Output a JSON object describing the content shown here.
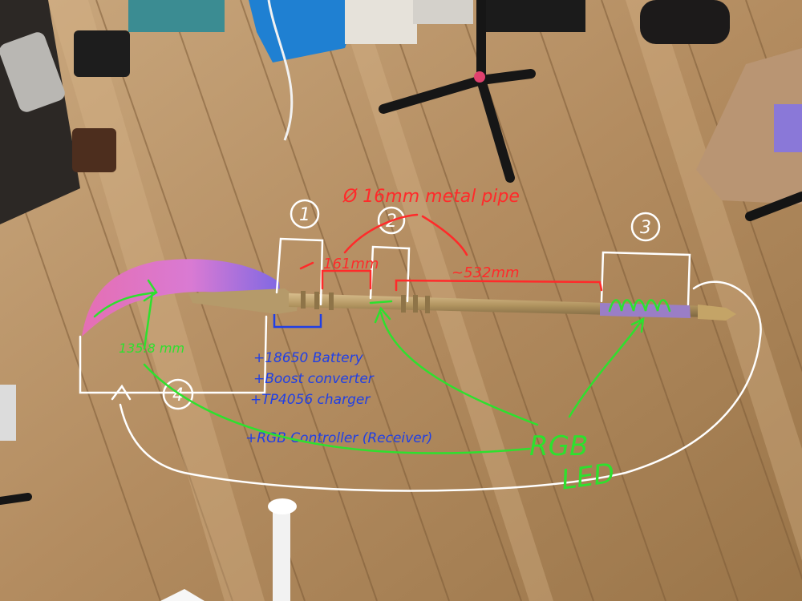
{
  "photo": {
    "subject": "glaive-prop-on-wood-floor",
    "colors": {
      "floor_light": "#caa77c",
      "floor_mid": "#b48d62",
      "floor_dark": "#8a6742",
      "shaft_gold": "#b59a6a",
      "blade_pink": "#e56fb3",
      "blade_purple": "#8a68e0",
      "annotation_white": "#ffffff",
      "annotation_red": "#ff2a2a",
      "annotation_blue": "#1f3fe6",
      "annotation_green": "#2ee02e"
    }
  },
  "annotations": {
    "section_1": "1",
    "section_2": "2",
    "section_3": "3",
    "section_4": "4",
    "pipe_label": "Ø 16mm metal pipe",
    "dim_161": "161mm",
    "dim_532": "~532mm",
    "dim_135": "135.8 mm",
    "components": [
      "+18650 Battery",
      "+Boost converter",
      "+TP4056 charger",
      "+RGB Controller (Receiver)"
    ],
    "rgb_led_line1": "RGB",
    "rgb_led_line2": "LED"
  }
}
